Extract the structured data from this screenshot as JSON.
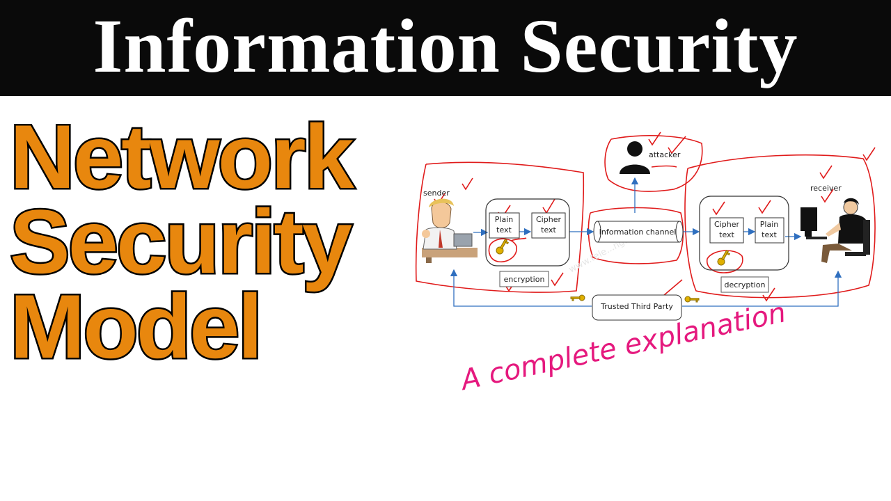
{
  "header": {
    "title": "Information Security",
    "background": "#0a0a0a",
    "text_color": "#ffffff"
  },
  "title_block": {
    "line1": "Network",
    "line2": "Security",
    "line3": "Model",
    "fill_color": "#e8870e",
    "stroke_color": "#000000"
  },
  "tagline": {
    "text": "A complete explanation",
    "color": "#e5197e"
  },
  "diagram": {
    "sender_label": "sender",
    "receiver_label": "receiver",
    "attacker_label": "attacker",
    "sender_plain_1": "Plain",
    "sender_plain_2": "text",
    "sender_cipher_1": "Cipher",
    "sender_cipher_2": "text",
    "channel_label": "Information channel",
    "receiver_cipher_1": "Cipher",
    "receiver_cipher_2": "text",
    "receiver_plain_1": "Plain",
    "receiver_plain_2": "text",
    "encryption_label": "encryption",
    "decryption_label": "decryption",
    "third_party_label": "Trusted Third Party",
    "arrow_color": "#2f6fbf",
    "annotation_color": "#e01b1b",
    "key_color": "#e0b000",
    "icons": [
      "sender-person-icon",
      "receiver-person-icon",
      "attacker-icon",
      "key-icon",
      "computer-icon"
    ]
  }
}
